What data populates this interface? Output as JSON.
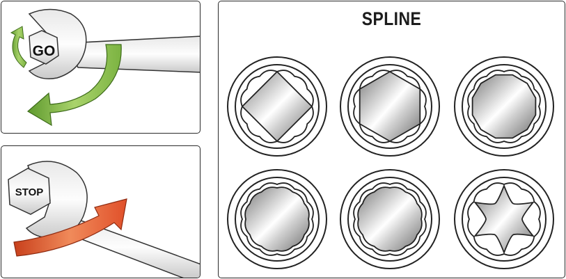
{
  "go_panel": {
    "label": "GO",
    "arrow_color": "#7cb342"
  },
  "stop_panel": {
    "label": "STOP",
    "arrow_color": "#e8562a"
  },
  "spline_panel": {
    "title": "SPLINE",
    "sockets": [
      {
        "fastener": "square",
        "row": 1,
        "col": 1
      },
      {
        "fastener": "hex",
        "row": 1,
        "col": 2
      },
      {
        "fastener": "double-hex",
        "row": 1,
        "col": 3
      },
      {
        "fastener": "spline",
        "row": 2,
        "col": 1
      },
      {
        "fastener": "spline",
        "row": 2,
        "col": 2
      },
      {
        "fastener": "torx",
        "row": 2,
        "col": 3
      }
    ]
  }
}
